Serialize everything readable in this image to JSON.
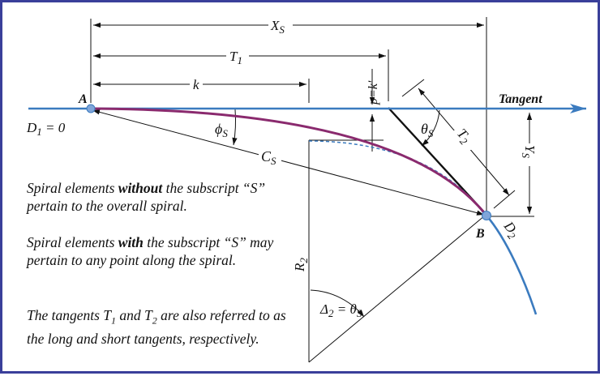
{
  "colors": {
    "border": "#3a3f9a",
    "tangent_line": "#3b7bbf",
    "spiral_curve": "#8a2a6e",
    "circular_curve": "#3b7bbf",
    "point": "#7fa5d9",
    "line": "#111111"
  },
  "points": {
    "a": "A",
    "b": "B"
  },
  "labels": {
    "tangent": "Tangent",
    "d1": "D",
    "d1_sub": "1",
    "d1_rest": " = 0",
    "xs": "X",
    "xs_sub": "S",
    "t1": "T",
    "t1_sub": "1",
    "k": "k",
    "p_eq_k": "p=k'",
    "phi": "ϕ",
    "phi_sub": "S",
    "theta": "θ",
    "theta_sub": "S",
    "t2": "T",
    "t2_sub": "2",
    "ys": "Y",
    "ys_sub": "S",
    "cs": "C",
    "cs_sub": "S",
    "d2": "D",
    "d2_sub": "2",
    "r2": "R",
    "r2_sub": "2",
    "delta": "Δ",
    "delta_sub": "2",
    "delta_eq": " = θ",
    "delta_eq_sub": "S"
  },
  "notes": {
    "n1_a": "Spiral elements ",
    "n1_b": "without",
    "n1_c": " the subscript “S” pertain to the overall spiral.",
    "n2_a": "Spiral elements ",
    "n2_b": "with",
    "n2_c": " the subscript “S” may pertain to any point along the spiral.",
    "n3_a": "The tangents T",
    "n3_s1": "1",
    "n3_b": " and T",
    "n3_s2": "2",
    "n3_c": " are also referred to as the long and short tangents, respectively."
  }
}
